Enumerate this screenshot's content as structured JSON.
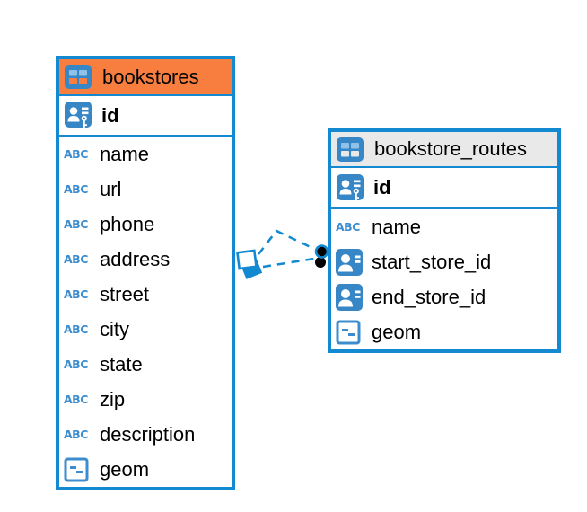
{
  "diagram": {
    "colors": {
      "accent_blue": "#1289D1",
      "header_orange": "#F87E40",
      "header_gray": "#E9E9E9",
      "icon_blue": "#3787C7",
      "icon_cell_light": "#8FC1E9",
      "type_icon_blue": "#3D8DCE",
      "text_color": "#000000",
      "canvas_bg": "#FFFFFF"
    },
    "icons": {
      "text_type_label": "ABC"
    },
    "tables": [
      {
        "name": "bookstores",
        "header_color": "#F87E40",
        "primary_key": {
          "name": "id",
          "icon": "person-key"
        },
        "columns": [
          {
            "name": "name",
            "icon": "text"
          },
          {
            "name": "url",
            "icon": "text"
          },
          {
            "name": "phone",
            "icon": "text"
          },
          {
            "name": "address",
            "icon": "text"
          },
          {
            "name": "street",
            "icon": "text"
          },
          {
            "name": "city",
            "icon": "text"
          },
          {
            "name": "state",
            "icon": "text"
          },
          {
            "name": "zip",
            "icon": "text"
          },
          {
            "name": "description",
            "icon": "text"
          },
          {
            "name": "geom",
            "icon": "geometry"
          }
        ]
      },
      {
        "name": "bookstore_routes",
        "header_color": "#E9E9E9",
        "primary_key": {
          "name": "id",
          "icon": "person-key"
        },
        "columns": [
          {
            "name": "name",
            "icon": "text"
          },
          {
            "name": "start_store_id",
            "icon": "person-ref"
          },
          {
            "name": "end_store_id",
            "icon": "person-ref"
          },
          {
            "name": "geom",
            "icon": "geometry"
          }
        ]
      }
    ],
    "relationships": [
      {
        "between": [
          "bookstores",
          "bookstore_routes"
        ],
        "style": "dashed",
        "path": "upper-bent"
      },
      {
        "between": [
          "bookstores",
          "bookstore_routes"
        ],
        "style": "dashed",
        "path": "lower-straight"
      }
    ]
  }
}
